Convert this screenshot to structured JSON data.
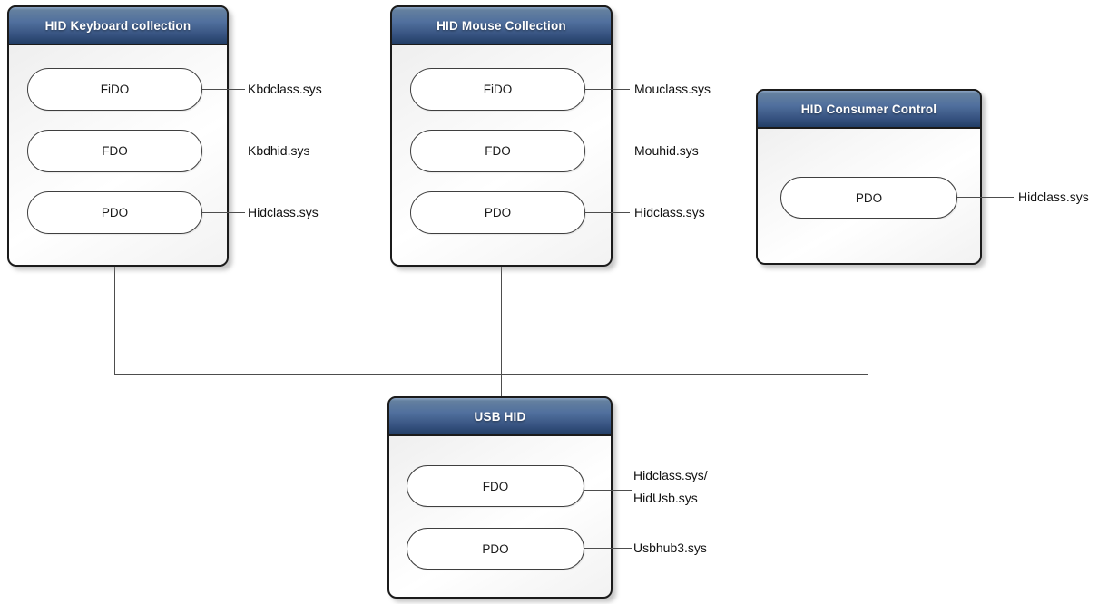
{
  "diagram": {
    "nodes": [
      {
        "title": "HID Keyboard collection",
        "pills": [
          {
            "label": "FiDO",
            "driver": "Kbdclass.sys"
          },
          {
            "label": "FDO",
            "driver": "Kbdhid.sys"
          },
          {
            "label": "PDO",
            "driver": "Hidclass.sys"
          }
        ]
      },
      {
        "title": "HID Mouse Collection",
        "pills": [
          {
            "label": "FiDO",
            "driver": "Mouclass.sys"
          },
          {
            "label": "FDO",
            "driver": "Mouhid.sys"
          },
          {
            "label": "PDO",
            "driver": "Hidclass.sys"
          }
        ]
      },
      {
        "title": "HID Consumer Control",
        "pills": [
          {
            "label": "PDO",
            "driver": "Hidclass.sys"
          }
        ]
      },
      {
        "title": "USB HID",
        "pills": [
          {
            "label": "FDO",
            "driver_line1": "Hidclass.sys/",
            "driver_line2": "HidUsb.sys"
          },
          {
            "label": "PDO",
            "driver": "Usbhub3.sys"
          }
        ]
      }
    ],
    "colors": {
      "header_top": "#8ba3c3",
      "header_bottom": "#223e66",
      "node_border": "#1b1b1b",
      "pill_border": "#3f3f3f",
      "connector": "#4d4d4d",
      "title_text": "#ffffff",
      "body_text": "#1a1a1a"
    }
  }
}
